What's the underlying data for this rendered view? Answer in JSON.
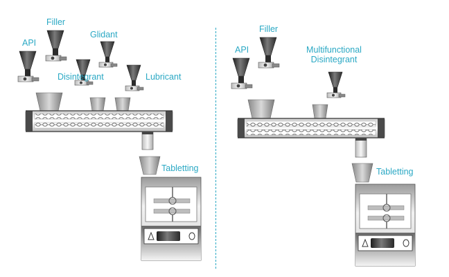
{
  "diagram": {
    "left_process": {
      "labels": {
        "api": "API",
        "filler": "Filler",
        "glidant": "Glidant",
        "disintegrant": "Disintegrant",
        "lubricant": "Lubricant",
        "tabletting": "Tabletting"
      }
    },
    "right_process": {
      "labels": {
        "api": "API",
        "filler": "Filler",
        "multifunctional_line1": "Multifunctional",
        "multifunctional_line2": "Disintegrant",
        "tabletting": "Tabletting"
      }
    },
    "colors": {
      "label_text": "#2aa8c4",
      "divider": "#2aa8c4",
      "equipment_dark": "#3a3a3a",
      "equipment_light": "#e6e6e6"
    }
  }
}
